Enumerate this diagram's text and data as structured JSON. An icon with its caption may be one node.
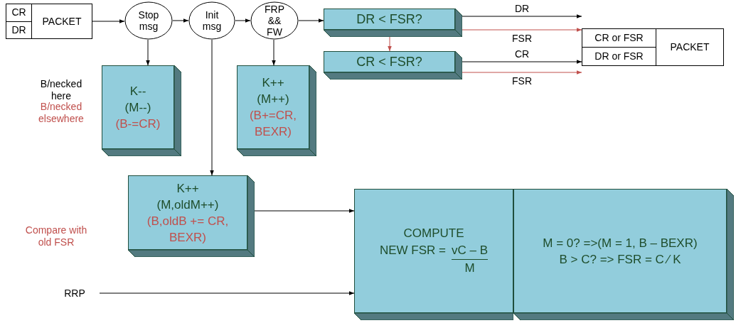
{
  "diagram": {
    "nodes": [
      {
        "text": [
          "CR",
          "DR",
          "PACKET"
        ]
      },
      {
        "text": [
          "Stop msg"
        ]
      },
      {
        "text": [
          "Init msg"
        ]
      },
      {
        "text": [
          "FRP && FW"
        ]
      },
      {
        "text": [
          "DR < FSR?"
        ]
      },
      {
        "text": [
          "CR < FSR?"
        ]
      },
      {
        "text": [
          "CR or FSR",
          "DR or FSR",
          "PACKET"
        ]
      },
      {
        "text": [
          "K--",
          "(M--)",
          "(B-=CR)"
        ]
      },
      {
        "text": [
          "K++",
          "(M++)",
          "(B+=CR, BEXR)"
        ]
      },
      {
        "text": [
          "K++",
          "(M,oldM++)",
          "(B,oldB += CR, BEXR)"
        ]
      },
      {
        "text": [
          "COMPUTE",
          "NEW FSR =",
          "vC – B",
          "M"
        ]
      },
      {
        "text": [
          "M = 0? =>(M = 1, B – BEXR)",
          "B > C? => FSR = C ⁄ K"
        ]
      },
      {
        "text": [
          "RRP"
        ]
      }
    ],
    "edges": [
      {
        "from": 0,
        "to": 1,
        "arrow": "to"
      },
      {
        "from": 1,
        "to": 2,
        "arrow": "to"
      },
      {
        "from": 2,
        "to": 3,
        "arrow": "to"
      },
      {
        "from": 3,
        "to": 4,
        "arrow": "to"
      },
      {
        "from": 1,
        "to": 7,
        "arrow": "to"
      },
      {
        "from": 3,
        "to": 8,
        "arrow": "to"
      },
      {
        "from": 2,
        "to": 9,
        "arrow": "to"
      },
      {
        "from": 4,
        "to": 5,
        "arrow": "to",
        "color": "#c0504d"
      },
      {
        "from": 4,
        "to": 6,
        "arrow": "to",
        "label": "DR"
      },
      {
        "from": 4,
        "to": 6,
        "arrow": "to",
        "label": "FSR",
        "color": "#c0504d"
      },
      {
        "from": 5,
        "to": 6,
        "arrow": "to",
        "label": "CR"
      },
      {
        "from": 5,
        "to": 6,
        "arrow": "to",
        "label": "FSR",
        "color": "#c0504d"
      },
      {
        "from": 9,
        "to": 10,
        "arrow": "to"
      },
      {
        "from": 12,
        "to": 10,
        "arrow": "to"
      }
    ],
    "labels": [
      "B/necked here",
      "B/necked elsewhere",
      "Compare with old FSR"
    ]
  }
}
